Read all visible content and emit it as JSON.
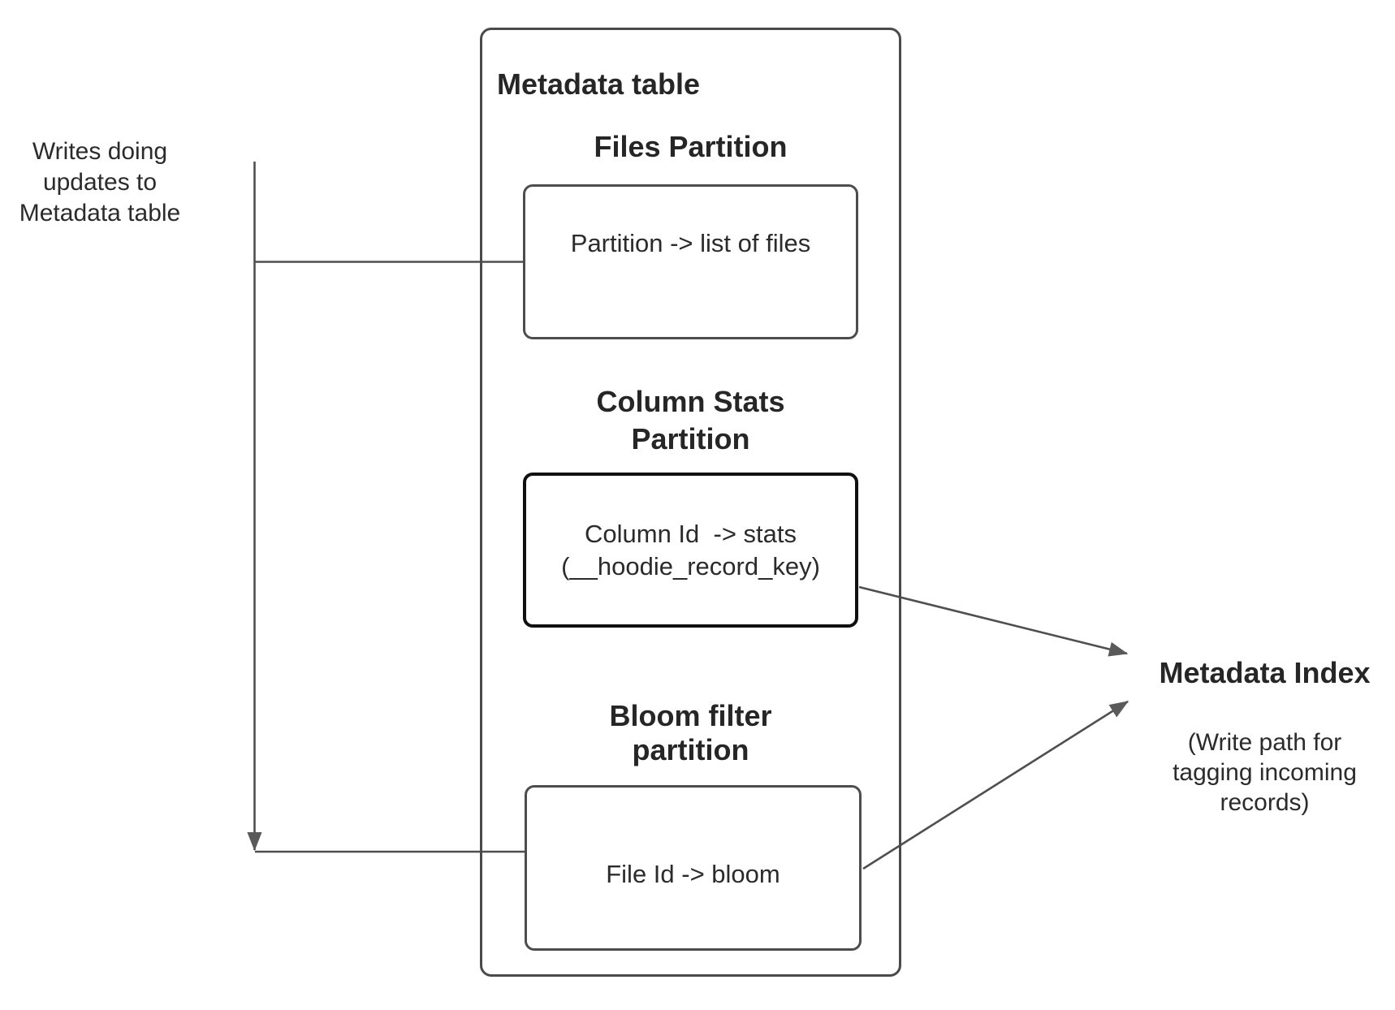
{
  "colors": {
    "outer_box_border": "#4a4a4a",
    "inner_box_border": "#4d4d4d",
    "stats_box_border": "#101010",
    "connector_stroke": "#4f4f4f",
    "arrowhead_fill": "#5a5a5a",
    "text": "#262626",
    "background": "#ffffff"
  },
  "annotations": {
    "writes_note": "Writes doing\nupdates to\nMetadata table"
  },
  "metadata_table": {
    "title": "Metadata table",
    "partitions": [
      {
        "id": "files",
        "heading": "Files Partition",
        "body": "Partition -> list of files"
      },
      {
        "id": "column-stats",
        "heading": "Column Stats\nPartition",
        "body": "Column Id  -> stats\n(__hoodie_record_key)"
      },
      {
        "id": "bloom-filter",
        "heading": "Bloom filter\npartition",
        "body": "File Id -> bloom"
      }
    ]
  },
  "metadata_index": {
    "title": "Metadata Index",
    "subtitle": "(Write path for\ntagging incoming\nrecords)"
  }
}
